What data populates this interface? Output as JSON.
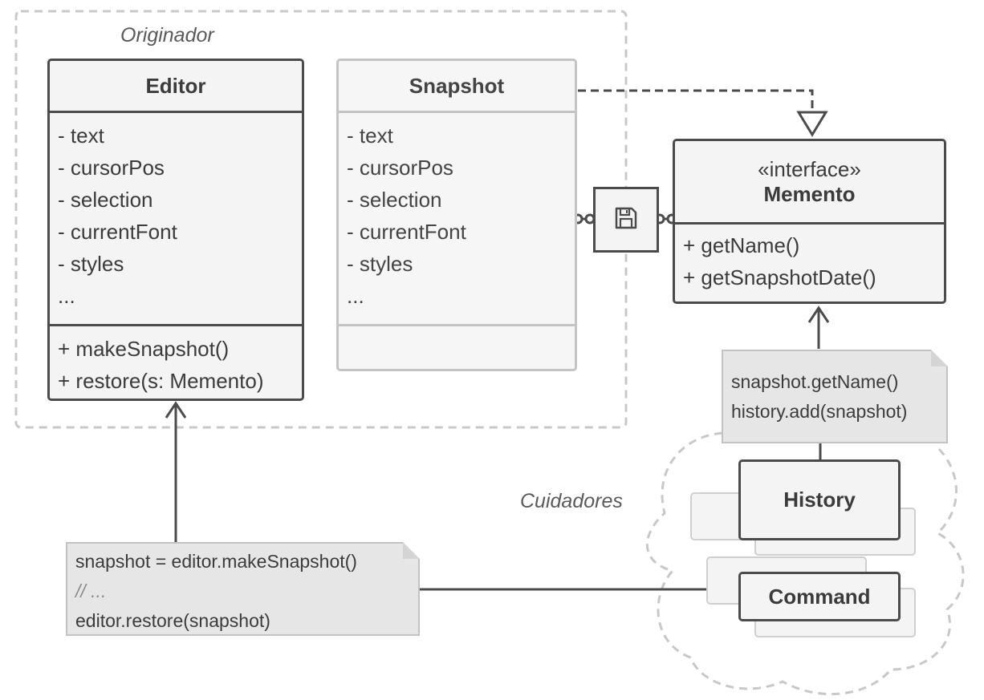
{
  "groups": {
    "originator_label": "Originador",
    "caretakers_label": "Cuidadores"
  },
  "editor": {
    "name": "Editor",
    "fields": [
      "- text",
      "- cursorPos",
      "- selection",
      "- currentFont",
      "- styles",
      "..."
    ],
    "methods": [
      "+ makeSnapshot()",
      "+ restore(s: Memento)"
    ]
  },
  "snapshot": {
    "name": "Snapshot",
    "fields": [
      "- text",
      "- cursorPos",
      "- selection",
      "- currentFont",
      "- styles",
      "..."
    ]
  },
  "memento": {
    "stereotype": "«interface»",
    "name": "Memento",
    "methods": [
      "+ getName()",
      "+ getSnapshotDate()"
    ]
  },
  "history_note": {
    "lines": [
      "snapshot.getName()",
      "history.add(snapshot)"
    ]
  },
  "history": {
    "name": "History"
  },
  "command": {
    "name": "Command"
  },
  "command_note": {
    "lines": [
      "snapshot = editor.makeSnapshot()",
      "// ...",
      "editor.restore(snapshot)"
    ]
  },
  "icons": {
    "nested_class": "floppy-disk-icon"
  }
}
